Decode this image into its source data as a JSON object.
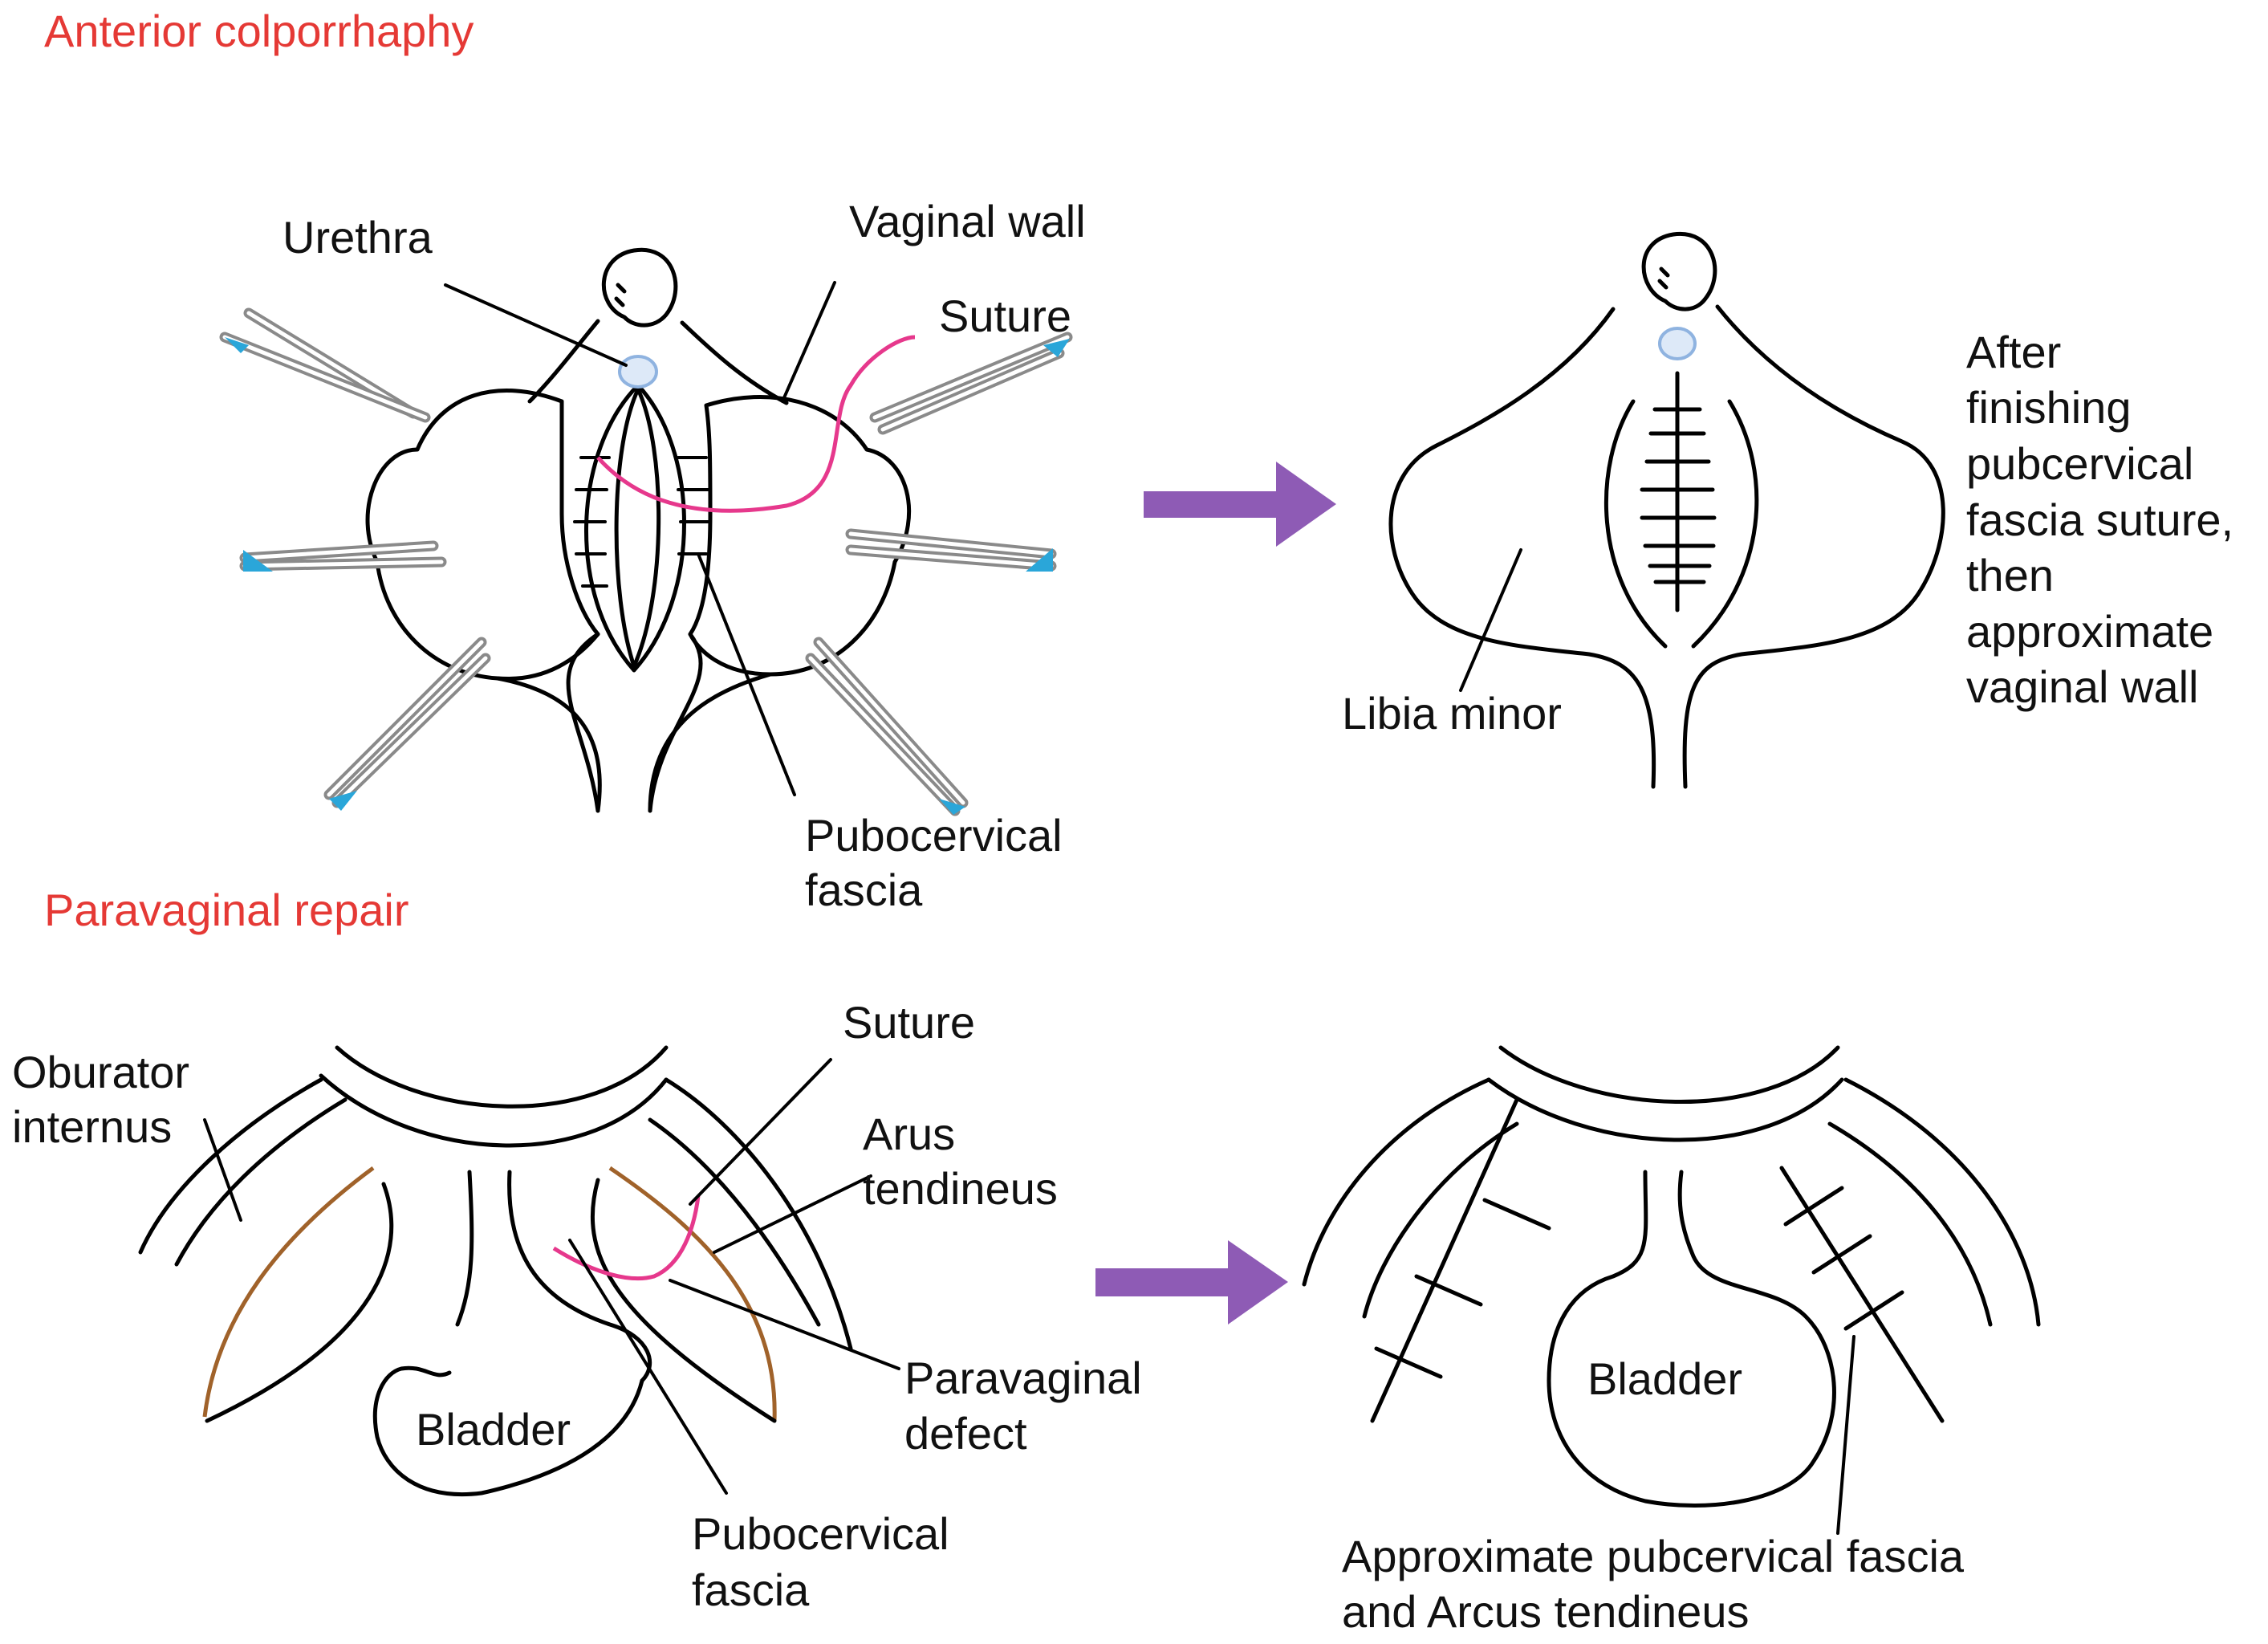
{
  "colors": {
    "title": "#e53935",
    "suture": "#e6388c",
    "fascia_curve": "#a0622a",
    "arrow": "#8e5bb5",
    "urethra_stroke": "#8fb3e0",
    "urethra_fill": "#dde9f8",
    "clamp_tip": "#2aa6d9",
    "clamp_body": "#8a8a8a"
  },
  "panel_top": {
    "title": "Anterior colporrhaphy",
    "left_labels": {
      "urethra": "Urethra",
      "vaginal_wall": "Vaginal wall",
      "suture": "Suture",
      "pubocervical_line1": "Pubocervical",
      "pubocervical_line2": "fascia"
    },
    "right_labels": {
      "libia_minor": "Libia minor",
      "note": [
        "After",
        "finishing",
        "pubcervical",
        "fascia suture,",
        "then",
        "approximate",
        "vaginal wall"
      ]
    }
  },
  "panel_bottom": {
    "title": "Paravaginal repair",
    "left_labels": {
      "obturator_line1": "Oburator",
      "obturator_line2": "internus",
      "suture": "Suture",
      "arcus_line1": "Arus",
      "arcus_line2": "tendineus",
      "defect_line1": "Paravaginal",
      "defect_line2": "defect",
      "bladder": "Bladder",
      "pubocervical_line1": "Pubocervical",
      "pubocervical_line2": "fascia"
    },
    "right_labels": {
      "bladder": "Bladder",
      "approx_line1": "Approximate pubcervical fascia",
      "approx_line2": "and Arcus tendineus"
    }
  }
}
